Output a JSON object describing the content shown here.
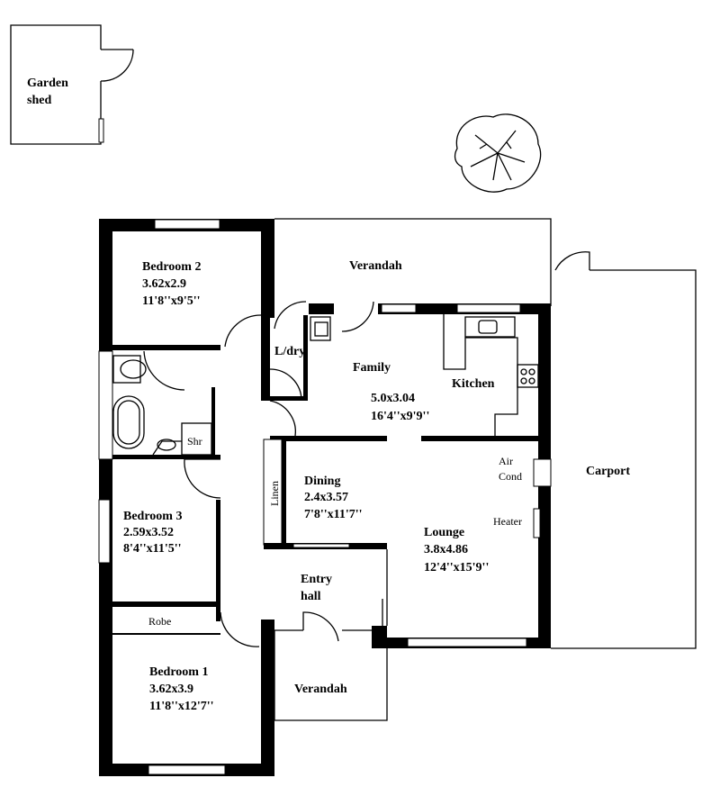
{
  "title": "Floor plan",
  "rooms": {
    "garden_shed": {
      "name_line1": "Garden",
      "name_line2": "shed"
    },
    "bedroom2": {
      "name": "Bedroom  2",
      "metric": "3.62x2.9",
      "imperial": "11'8''x9'5''"
    },
    "verandah_rear": {
      "name": "Verandah"
    },
    "laundry": {
      "name": "L/dry"
    },
    "family": {
      "name": "Family",
      "metric": "5.0x3.04",
      "imperial": "16'4''x9'9''"
    },
    "kitchen": {
      "name": "Kitchen"
    },
    "shower": {
      "name": "Shr"
    },
    "linen": {
      "name": "Linen"
    },
    "dining": {
      "name": "Dining",
      "metric": "2.4x3.57",
      "imperial": "7'8''x11'7''"
    },
    "bedroom3": {
      "name": "Bedroom  3",
      "metric": "2.59x3.52",
      "imperial": "8'4''x11'5''"
    },
    "air_cond": {
      "line1": "Air",
      "line2": "Cond"
    },
    "heater": {
      "name": "Heater"
    },
    "lounge": {
      "name": "Lounge",
      "metric": "3.8x4.86",
      "imperial": "12'4''x15'9''"
    },
    "carport": {
      "name": "Carport"
    },
    "entry": {
      "line1": "Entry",
      "line2": "hall"
    },
    "robe": {
      "name": "Robe"
    },
    "bedroom1": {
      "name": "Bedroom  1",
      "metric": "3.62x3.9",
      "imperial": "11'8''x12'7''"
    },
    "verandah_front": {
      "name": "Verandah"
    }
  }
}
